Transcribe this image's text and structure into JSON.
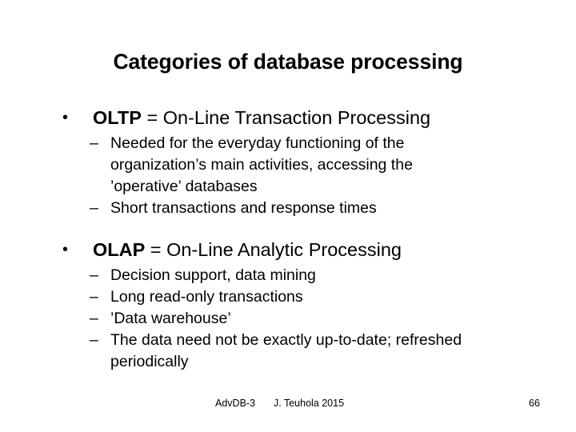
{
  "slide": {
    "title": "Categories of database processing",
    "bullet_marker": "•",
    "sub_marker": "–",
    "sections": [
      {
        "term": "OLTP",
        "definition": " = On-Line Transaction Processing",
        "items": [
          {
            "line1": "Needed for the everyday functioning of the",
            "line2": "organization’s main activities, accessing the",
            "line3": "’operative’ databases"
          },
          {
            "line1": "Short transactions and response times"
          }
        ]
      },
      {
        "term": "OLAP",
        "definition": " = On-Line Analytic Processing",
        "items": [
          {
            "line1": "Decision support, data mining"
          },
          {
            "line1": "Long read-only transactions"
          },
          {
            "line1": "’Data warehouse’"
          },
          {
            "line1": "The data need not be exactly up-to-date; refreshed",
            "line2": "periodically"
          }
        ]
      }
    ],
    "footer": {
      "course": "AdvDB-3",
      "author": "J. Teuhola 2015",
      "page_number": "66"
    }
  }
}
